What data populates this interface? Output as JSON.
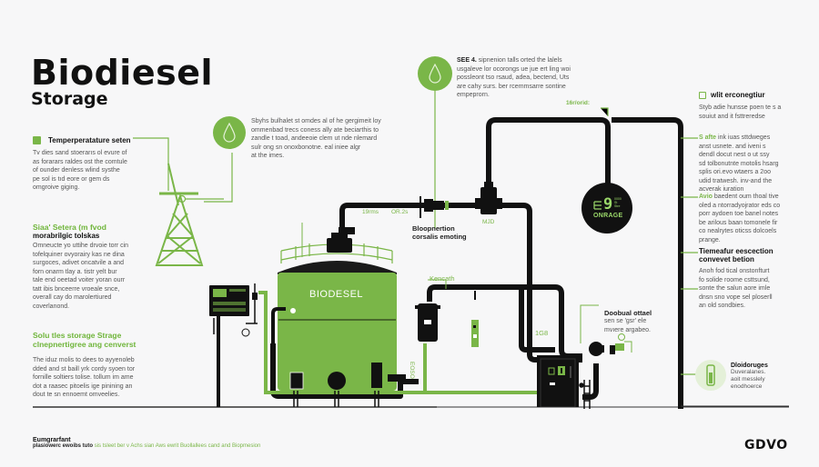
{
  "header": {
    "title": "Biodiesel",
    "subtitle": "Storage"
  },
  "left_panel": {
    "section1": {
      "heading": "Temperperatature seten",
      "body": [
        "Tv dies sand stoerarıs ol evure of",
        "as forarars raldes ost the comtule",
        "of ounder denless wlind systhe",
        "pe sol is tıd eore or gem ds",
        "omgroive giging."
      ]
    },
    "section2": {
      "heading_green": "Siaa' Setera (m fvod",
      "heading_dark": "morabrilgic tolskas",
      "body": [
        "Omneucte yo uttihe drvoie torr cin",
        "tofelquiner ovyorairy kas ne dina",
        "surgoces, adivet oncatvile a and",
        "forn onarm tlay a. tistr yelt bur",
        "tale end oeetad voiter yoran ourr",
        "tatt ibis bnceerre vroeale snce,",
        "overall cay do marolertiured",
        "coverlanond."
      ]
    },
    "section3": {
      "heading": [
        "Solu tles storage Strage",
        "clnepnertigree ang cenverst"
      ],
      "body": [
        "The iduz molis to dees to ayyenoleb",
        "dded and st baill yrk cordy syoen tor",
        "fornille soltiers tolise. tollum im ame",
        "dot a raasec pitoelis ige pinining an",
        "dout te sn ennoemt omveelies."
      ]
    }
  },
  "callouts": {
    "drop_top": {
      "text": [
        "Sbyhs bulhalet st omdes al of he gergimeit loy",
        "ommenbad trecs coness ally ate beciarthis to",
        "zandle t toad, andeeoie clem ut nde nlemard",
        "sulr ong sn onoxbonotne. eal iniee algr",
        "at the imes."
      ]
    },
    "step4": {
      "bold": "SEE 4.",
      "text": [
        " sipnenion talls orted the lalels",
        "usgaleve lor ocorongs ue jue ert ling woi",
        "possleont tso rsaud, adea, bectend, Uts",
        "are cahy surs.  ber rcemmsarre sontine",
        "empeprorn."
      ]
    },
    "pipe_labels": {
      "label_a": "19rms",
      "label_b": "OR.2s",
      "connector_label": [
        "Bloopnertion",
        "corsalis emoting"
      ],
      "valve_label": "MJD",
      "top_right_label": "16r/orid:",
      "kencath": "Kencath",
      "gauge_label": "1G8",
      "vertical_label": "EOSO",
      "optional_title": "Doobual ottael",
      "optional_body": [
        "sen se 'gsr' ele",
        "mvıere argabeo."
      ]
    },
    "gauge_display": {
      "value": "9",
      "unit_top": "0000",
      "unit_mid": "St",
      "unit_bot": "Stre",
      "caption": "ONRAGE"
    },
    "tank_label": "BIODESEL"
  },
  "right_panel": {
    "section1": {
      "heading": "wlit erconegtiur",
      "body": [
        "Styb adie hunsse poen te s a",
        "souiut and it fsttreredse"
      ]
    },
    "section2": {
      "lead": "S afte",
      "body": [
        " ink iuas sttdweges",
        "anst usnete. and iveni s",
        "dendl docut nest o ut ssy",
        "sd tolbonutnte motolis hsarg",
        "splis ori.evo wtaers a 2oo",
        "udid tratwesh.  inv-and the",
        "acverak iuration"
      ]
    },
    "section3": {
      "lead": "Avio",
      "body": [
        " baedent oum thoal tive",
        "oled a ntorradyojrator eds co",
        "porr aydoen toe banel notes",
        "be arilous baan tomonele fir",
        "co nealrytes oticss dolcoels",
        "prange."
      ]
    },
    "section4": {
      "heading": [
        "Tiemeafur eescection",
        "convevet betion"
      ],
      "body": [
        "Anoh fod tical onstonfturt",
        "fo solide roome csttsund,",
        "sonte the salun aore imle",
        "dnsn sno vope sel ploserll",
        "an old sondbies."
      ]
    },
    "section5": {
      "heading": "Dloidoruges",
      "body": [
        "Duveralanes.",
        "aoit messlely",
        "enodhoerce"
      ]
    }
  },
  "footer": {
    "heading": "Eumgrarfant",
    "dark_part": "plasiowerc ewoibs tuto",
    "green_part": "sis tsleet ber v Achs sian  Aws ewrit Buollallees cand and Biopmesion",
    "logo": "GDVO"
  },
  "colors": {
    "accent_green": "#7ab648",
    "dark": "#111111",
    "background": "#f7f7f8",
    "lcd_green": "#9bd96a"
  }
}
